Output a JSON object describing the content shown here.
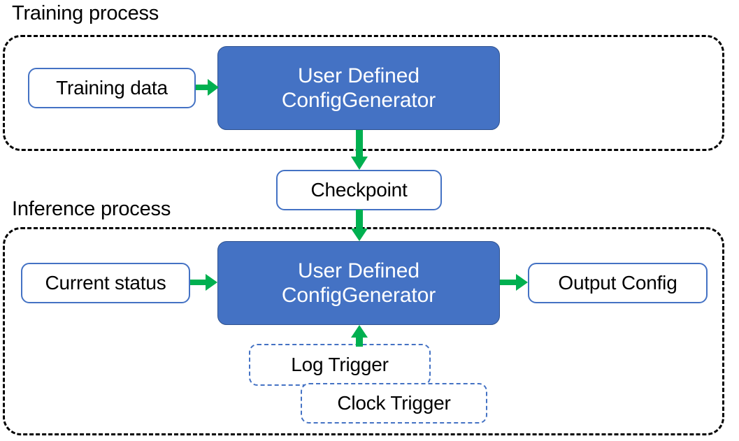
{
  "diagram": {
    "title_training": "Training process",
    "title_inference": "Inference process",
    "colors": {
      "node_fill_blue": "#4472C4",
      "node_border_blue": "#2F528F",
      "outline_blue": "#4472C4",
      "arrow_green": "#00B050",
      "container_border": "#000000",
      "text_on_blue": "#FFFFFF",
      "text_dark": "#000000"
    },
    "training": {
      "caption": "Training process",
      "input_node": "Training data",
      "process_node_line1": "User Defined",
      "process_node_line2": "ConfigGenerator"
    },
    "checkpoint": {
      "label": "Checkpoint"
    },
    "inference": {
      "caption": "Inference process",
      "input_node": "Current status",
      "process_node_line1": "User Defined",
      "process_node_line2": "ConfigGenerator",
      "output_node": "Output Config",
      "triggers": [
        {
          "label": "Log Trigger"
        },
        {
          "label": "Clock Trigger"
        }
      ]
    },
    "arrows": [
      {
        "name": "training-data-to-generator",
        "direction": "right"
      },
      {
        "name": "generator-to-checkpoint",
        "direction": "down"
      },
      {
        "name": "checkpoint-to-inference-generator",
        "direction": "down"
      },
      {
        "name": "current-status-to-generator",
        "direction": "right"
      },
      {
        "name": "generator-to-output-config",
        "direction": "right"
      },
      {
        "name": "triggers-to-generator",
        "direction": "up"
      }
    ]
  }
}
